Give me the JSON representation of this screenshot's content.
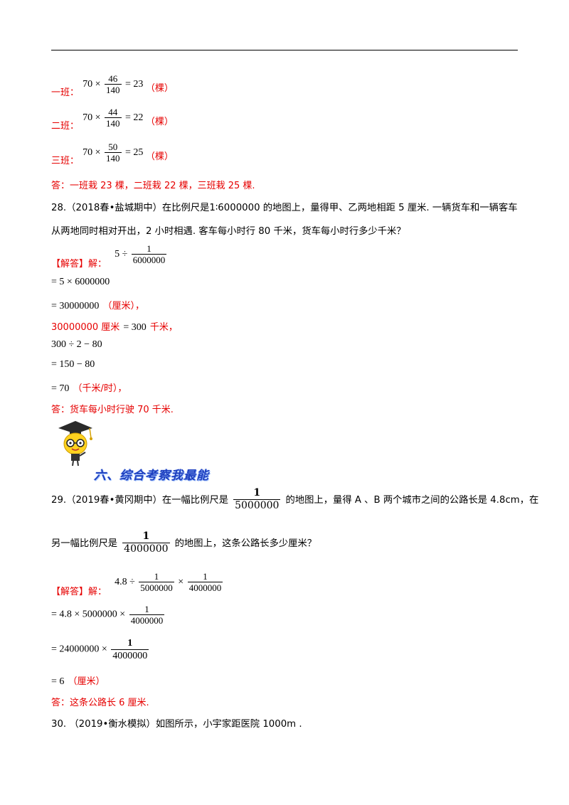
{
  "part1": {
    "class1_label": "一班：",
    "class1_expr_left": "70 ×",
    "class1_num": "46",
    "class1_den": "140",
    "class1_result": "= 23",
    "class1_unit": "（棵）",
    "class2_label": "二班：",
    "class2_expr_left": "70 ×",
    "class2_num": "44",
    "class2_den": "140",
    "class2_result": "= 22",
    "class2_unit": "（棵）",
    "class3_label": "三班：",
    "class3_expr_left": "70 ×",
    "class3_num": "50",
    "class3_den": "140",
    "class3_result": "= 25",
    "class3_unit": "（棵）",
    "answer": "答：一班栽 23 棵，二班栽 22 棵，三班栽 25 棵."
  },
  "q28": {
    "line1": "28.（2018春•盐城期中）在比例尺是1∶6000000 的地图上，量得甲、乙两地相距 5 厘米. 一辆货车和一辆客车",
    "line2": "从两地同时相对开出，2 小时相遇. 客车每小时行 80 千米，货车每小时行多少千米？",
    "sol_label": "【解答】解：",
    "step1_left": "5 ÷",
    "step1_num": "1",
    "step1_den": "6000000",
    "step2": "= 5 × 6000000",
    "step3": "= 30000000",
    "step3_unit": "（厘米），",
    "step4_left": "30000000 厘米",
    "step4_mid": "= 300",
    "step4_unit": " 千米，",
    "step5": "300 ÷ 2 − 80",
    "step6": "= 150 − 80",
    "step7": "= 70",
    "step7_unit": "（千米/时），",
    "answer": "答：货车每小时行驶 70 千米."
  },
  "section": {
    "title": "六、综合考察我最能"
  },
  "q29": {
    "line1_a": "29.（2019春•黄冈期中）在一幅比例尺是",
    "scale1_num": "1",
    "scale1_den": "5000000",
    "line1_b": "的地图上，量得 A 、B 两个城市之间的公路长是 4.8cm，在",
    "line2_a": "另一幅比例尺是",
    "scale2_num": "1",
    "scale2_den": "4000000",
    "line2_b": "的地图上，这条公路长多少厘米？",
    "sol_label": "【解答】解：",
    "step1_left": "4.8 ÷",
    "step1_num1": "1",
    "step1_den1": "5000000",
    "step1_times": "×",
    "step1_num2": "1",
    "step1_den2": "4000000",
    "step2_left": "= 4.8 × 5000000 ×",
    "step2_num": "1",
    "step2_den": "4000000",
    "step3_left": "= 24000000 ×",
    "step3_num": "1",
    "step3_den": "4000000",
    "step4": "= 6",
    "step4_unit": "（厘米）",
    "answer": "答：这条公路长 6 厘米."
  },
  "q30": {
    "line1": "30. （2019•衡水模拟）如图所示，小宇家距医院 1000m ."
  }
}
